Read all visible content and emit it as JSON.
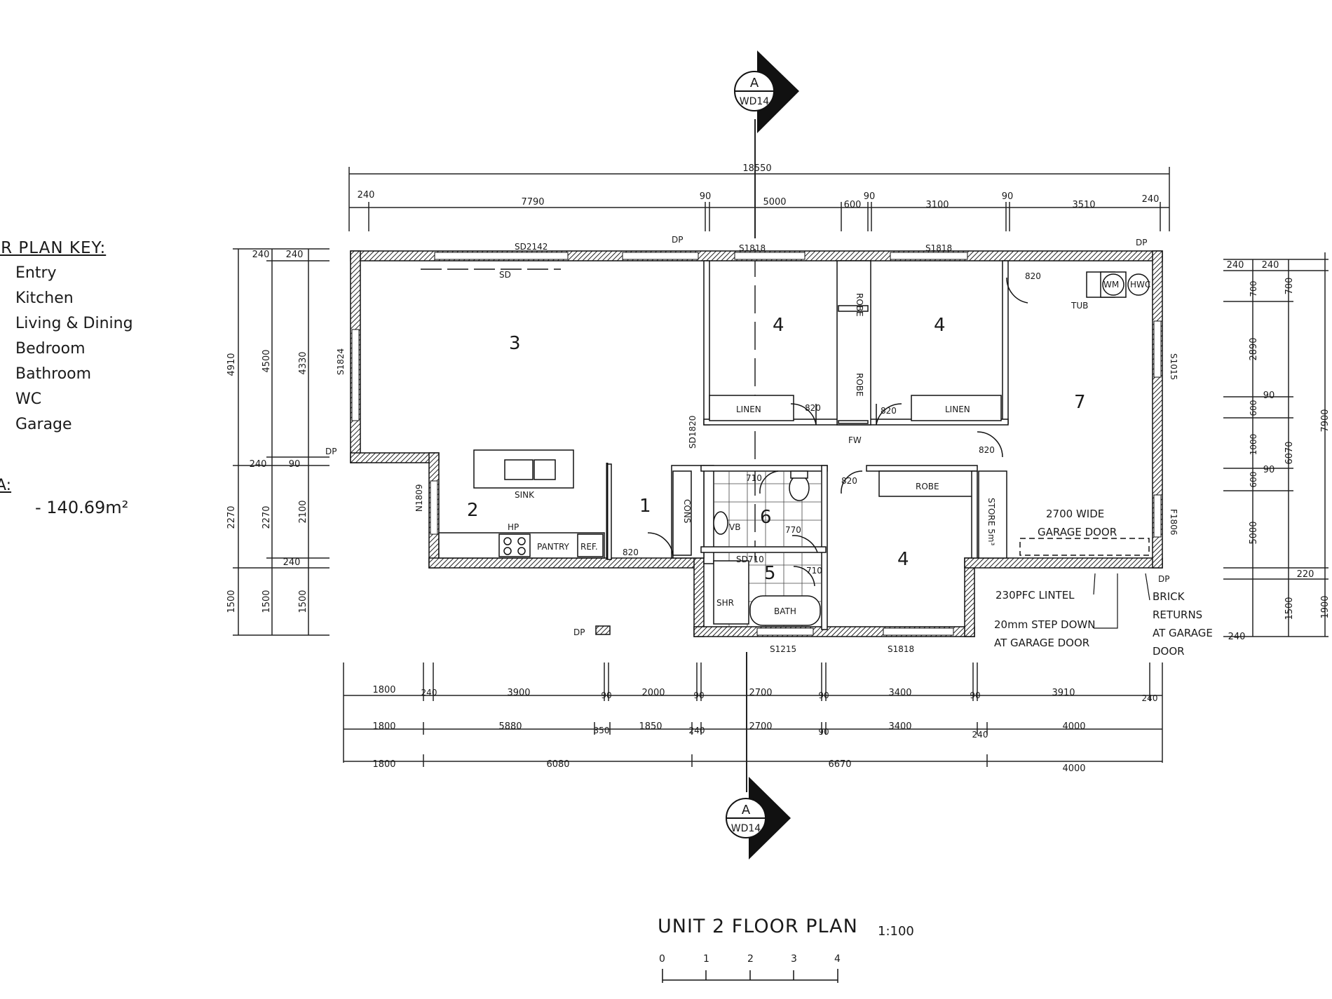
{
  "key": {
    "title": "OR PLAN KEY:",
    "items": [
      "Entry",
      "Kitchen",
      "Living & Dining",
      "Bedroom",
      "Bathroom",
      "WC",
      "Garage"
    ]
  },
  "area": {
    "label": "A:",
    "value": "-     140.69m²"
  },
  "section_markers": {
    "letter": "A",
    "sheet": "WD14"
  },
  "title": "UNIT 2 FLOOR PLAN",
  "scale": "1:100",
  "scale_bar": [
    "0",
    "1",
    "2",
    "3",
    "4"
  ],
  "rooms": {
    "entry": "1",
    "kitchen": "2",
    "living": "3",
    "bed_1": "4",
    "bed_2": "4",
    "bed_3": "4",
    "bathroom": "5",
    "wc": "6",
    "garage": "7"
  },
  "labels": {
    "linen": "LINEN",
    "robe": "ROBE",
    "sink": "SINK",
    "hp": "HP",
    "pantry": "PANTRY",
    "ref": "REF.",
    "cons": "CONS",
    "shr": "SHR",
    "bath": "BATH",
    "tub": "TUB",
    "wm": "WM",
    "hwc": "HWC",
    "fw": "FW",
    "vb": "VB",
    "sd": "SD",
    "dp": "DP",
    "store": "STORE 5m³",
    "garage_door_1": "2700 WIDE",
    "garage_door_2": "GARAGE DOOR",
    "lintel": "230PFC LINTEL",
    "step_1": "20mm STEP DOWN",
    "step_2": "AT GARAGE DOOR",
    "brick_1": "BRICK",
    "brick_2": "RETURNS",
    "brick_3": "AT GARAGE",
    "brick_4": "DOOR",
    "door": "820",
    "door_wc": "770",
    "door_bath": "710",
    "w_top_1": "SD2142",
    "w_top_2": "S1818",
    "w_top_3": "S1818",
    "w_left_1": "S1824",
    "w_left_2": "N1809",
    "w_inner": "SD1820",
    "w_right_1": "S1015",
    "w_right_2": "F1806",
    "w_bot_1": "S1215",
    "w_bot_2": "S1818",
    "w_bath": "SD710"
  },
  "dims": {
    "overall": "18550",
    "top": [
      "240",
      "7790",
      "90",
      "5000",
      "600",
      "90",
      "3100",
      "90",
      "3510",
      "240"
    ],
    "bottom_row1": [
      "1800",
      "240",
      "3900",
      "90",
      "2000",
      "90",
      "2700",
      "90",
      "3400",
      "90",
      "3910",
      "240"
    ],
    "bottom_row2": [
      "1800",
      "5880",
      "350",
      "1850",
      "240",
      "2700",
      "90",
      "3400",
      "240",
      "4000"
    ],
    "bottom_row3": [
      "1800",
      "6080",
      "6670",
      "4000"
    ],
    "left_outer": [
      "4910",
      "2270",
      "1500"
    ],
    "left_mid": [
      "240",
      "4500",
      "240",
      "90",
      "2270",
      "240",
      "1500"
    ],
    "left_inner": [
      "240",
      "4330",
      "2100",
      "1500"
    ],
    "right_outer": [
      "7900",
      "1900"
    ],
    "right_mid": [
      "240",
      "700",
      "2890",
      "90",
      "6070",
      "220",
      "240"
    ],
    "right_inner": [
      "240",
      "700",
      "600",
      "1000",
      "90",
      "600",
      "5000",
      "1500"
    ]
  }
}
